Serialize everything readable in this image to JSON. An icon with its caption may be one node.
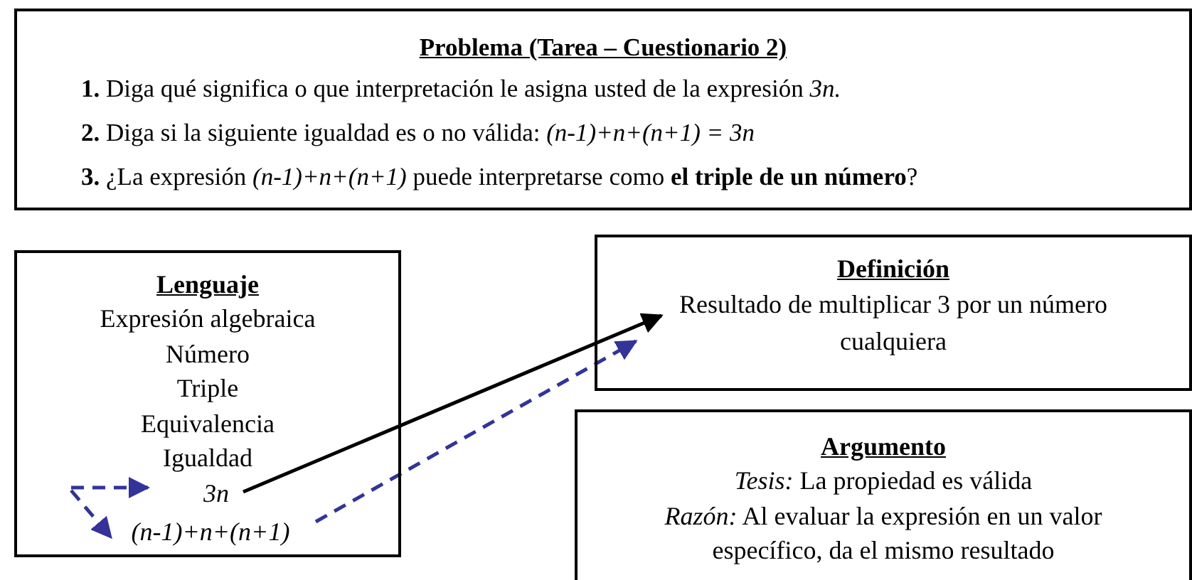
{
  "diagram": {
    "nodes": [
      {
        "text": [
          "Problema (Tarea – Cuestionario 2)",
          "**1.** Diga qué significa o que interpretación le asigna usted de la expresión *3n.*",
          "**2.** Diga si la siguiente igualdad es o no válida: *(n-1)+n+(n+1) = 3n*",
          "**3.** ¿La expresión *(n-1)+n+(n+1)* puede interpretarse como **el triple de un número**?"
        ]
      },
      {
        "text": [
          "Lenguaje",
          "Expresión algebraica",
          "Número",
          "Triple",
          "Equivalencia",
          "Igualdad"
        ]
      },
      {
        "text": [
          "3n"
        ],
        "in": 1
      },
      {
        "text": [
          "(n-1)+n+(n+1)"
        ],
        "in": 1
      },
      {
        "text": [
          "Definición",
          "Resultado de multiplicar 3 por un número cualquiera"
        ]
      },
      {
        "text": [
          "Argumento",
          "*Tesis:* La propiedad es válida",
          "*Razón:* Al evaluar la expresión en un valor específico, da el mismo resultado"
        ]
      }
    ],
    "edges": [
      {
        "from": null,
        "to": 2,
        "arrow": "to",
        "style": "dashed",
        "color": "#333399"
      },
      {
        "from": null,
        "to": 3,
        "arrow": "to",
        "style": "dashed",
        "color": "#333399"
      },
      {
        "from": 2,
        "to": 4,
        "arrow": "to",
        "color": "#000000"
      },
      {
        "from": 3,
        "to": 4,
        "arrow": "to",
        "style": "dashed",
        "color": "#333399"
      }
    ]
  }
}
